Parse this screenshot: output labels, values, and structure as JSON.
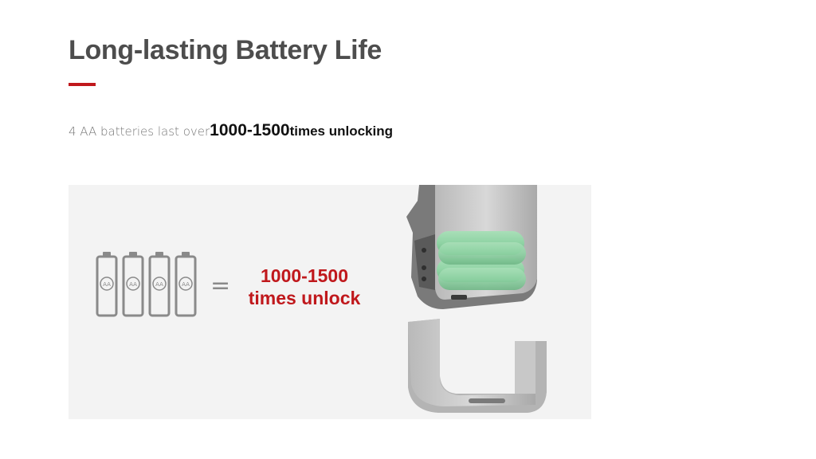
{
  "slide": {
    "title": "Long-lasting Battery Life",
    "accent_color": "#c0181c"
  },
  "subtitle": {
    "lead": "4 AA batteries last over",
    "number": "1000-1500",
    "tail": "times unlocking"
  },
  "illustration": {
    "battery_label": "AA",
    "battery_count": 4,
    "equals_sign": "=",
    "claim_line1": "1000-1500",
    "claim_line2": "times unlock",
    "claim_color": "#c0181c",
    "cell_color": "#8fd3a4",
    "device_icon": "lock-battery-compartment-icon"
  }
}
